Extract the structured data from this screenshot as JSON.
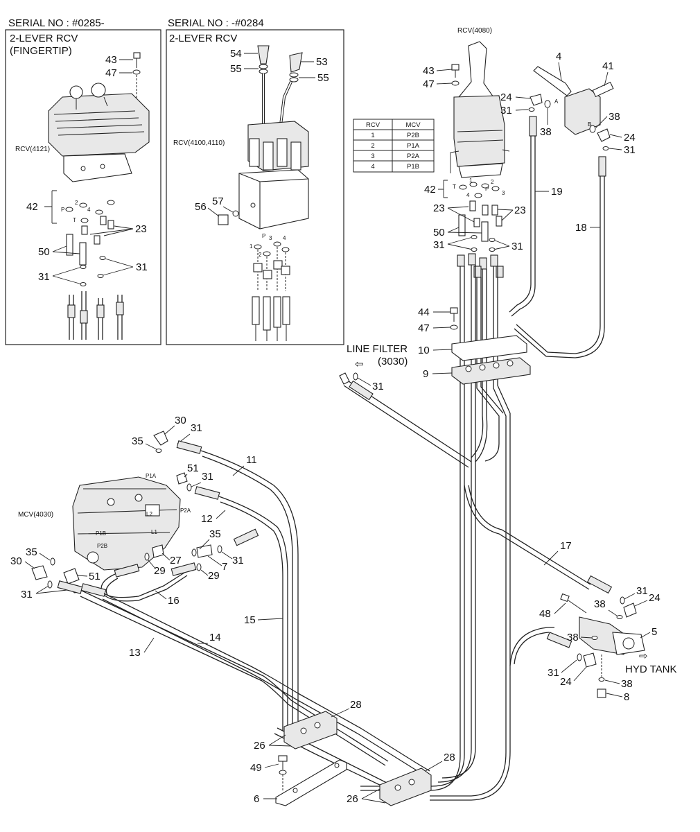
{
  "insets": {
    "left": {
      "serial": "SERIAL NO : #0285-",
      "title_line1": "2-LEVER RCV",
      "title_line2": "(FINGERTIP)",
      "rcv": "RCV(4121)"
    },
    "right": {
      "serial": "SERIAL NO : -#0284",
      "title": "2-LEVER RCV",
      "rcv": "RCV(4100,4110)"
    }
  },
  "components": {
    "rcv_main": "RCV(4080)",
    "mcv": "MCV(4030)",
    "line_filter": "LINE FILTER",
    "line_filter_code": "(3030)",
    "hyd_tank": "HYD TANK"
  },
  "port_table": {
    "headers": [
      "RCV",
      "MCV"
    ],
    "rows": [
      [
        "1",
        "P2B"
      ],
      [
        "2",
        "P1A"
      ],
      [
        "3",
        "P2A"
      ],
      [
        "4",
        "P1B"
      ]
    ]
  },
  "port_labels": {
    "p1a": "P1A",
    "p2a": "P2A",
    "p1b": "P1B",
    "p2b": "P2B",
    "l1": "L1",
    "l2": "L2",
    "a": "A",
    "b": "B",
    "p": "P",
    "t": "T",
    "n1": "1",
    "n2": "2",
    "n3": "3",
    "n4": "4"
  },
  "callouts": {
    "c43": "43",
    "c47": "47",
    "c42": "42",
    "c50": "50",
    "c23": "23",
    "c31": "31",
    "c54": "54",
    "c55": "55",
    "c53": "53",
    "c56": "56",
    "c57": "57",
    "c4": "4",
    "c41": "41",
    "c24": "24",
    "c38": "38",
    "c19": "19",
    "c18": "18",
    "c44": "44",
    "c10": "10",
    "c9": "9",
    "c30": "30",
    "c35": "35",
    "c11": "11",
    "c51": "51",
    "c12": "12",
    "c27": "27",
    "c7": "7",
    "c29": "29",
    "c16": "16",
    "c17": "17",
    "c15": "15",
    "c14": "14",
    "c13": "13",
    "c48": "48",
    "c5": "5",
    "c8": "8",
    "c28": "28",
    "c26": "26",
    "c49": "49",
    "c6": "6"
  }
}
